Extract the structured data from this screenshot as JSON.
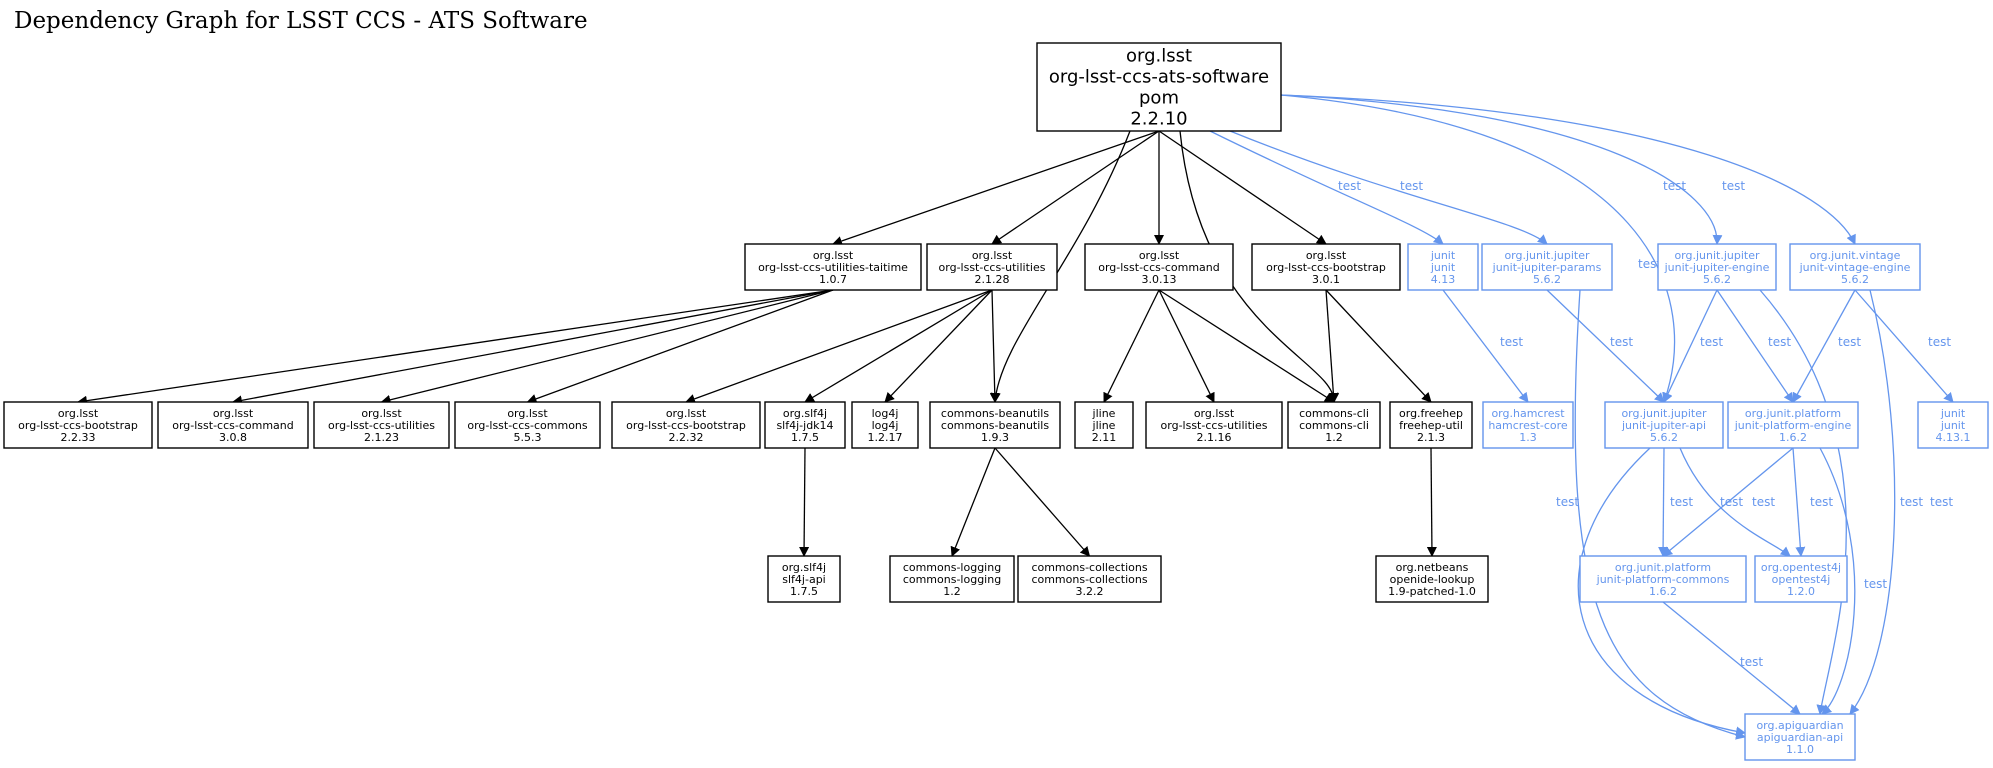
{
  "title": "Dependency Graph for LSST CCS - ATS Software",
  "colors": {
    "compile": "#000000",
    "test": "#6495ed",
    "root_fill": "#dddddd",
    "node_fill": "#ffffff"
  },
  "root": {
    "id": "root",
    "lines": [
      "org.lsst",
      "org-lsst-ccs-ats-software",
      "pom",
      "2.2.10"
    ]
  },
  "nodes": [
    {
      "id": "taitime",
      "scope": "compile",
      "lines": [
        "org.lsst",
        "org-lsst-ccs-utilities-taitime",
        "1.0.7"
      ]
    },
    {
      "id": "util2128",
      "scope": "compile",
      "lines": [
        "org.lsst",
        "org-lsst-ccs-utilities",
        "2.1.28"
      ]
    },
    {
      "id": "cmd3013",
      "scope": "compile",
      "lines": [
        "org.lsst",
        "org-lsst-ccs-command",
        "3.0.13"
      ]
    },
    {
      "id": "boot301",
      "scope": "compile",
      "lines": [
        "org.lsst",
        "org-lsst-ccs-bootstrap",
        "3.0.1"
      ]
    },
    {
      "id": "junit413",
      "scope": "test",
      "lines": [
        "junit",
        "junit",
        "4.13"
      ]
    },
    {
      "id": "jparams",
      "scope": "test",
      "lines": [
        "org.junit.jupiter",
        "junit-jupiter-params",
        "5.6.2"
      ]
    },
    {
      "id": "jengine",
      "scope": "test",
      "lines": [
        "org.junit.jupiter",
        "junit-jupiter-engine",
        "5.6.2"
      ]
    },
    {
      "id": "vintage",
      "scope": "test",
      "lines": [
        "org.junit.vintage",
        "junit-vintage-engine",
        "5.6.2"
      ]
    },
    {
      "id": "boot2233",
      "scope": "compile",
      "lines": [
        "org.lsst",
        "org-lsst-ccs-bootstrap",
        "2.2.33"
      ]
    },
    {
      "id": "cmd308",
      "scope": "compile",
      "lines": [
        "org.lsst",
        "org-lsst-ccs-command",
        "3.0.8"
      ]
    },
    {
      "id": "util2123",
      "scope": "compile",
      "lines": [
        "org.lsst",
        "org-lsst-ccs-utilities",
        "2.1.23"
      ]
    },
    {
      "id": "commons553",
      "scope": "compile",
      "lines": [
        "org.lsst",
        "org-lsst-ccs-commons",
        "5.5.3"
      ]
    },
    {
      "id": "boot2232",
      "scope": "compile",
      "lines": [
        "org.lsst",
        "org-lsst-ccs-bootstrap",
        "2.2.32"
      ]
    },
    {
      "id": "slf4jjdk",
      "scope": "compile",
      "lines": [
        "org.slf4j",
        "slf4j-jdk14",
        "1.7.5"
      ]
    },
    {
      "id": "log4j",
      "scope": "compile",
      "lines": [
        "log4j",
        "log4j",
        "1.2.17"
      ]
    },
    {
      "id": "beanutils",
      "scope": "compile",
      "lines": [
        "commons-beanutils",
        "commons-beanutils",
        "1.9.3"
      ]
    },
    {
      "id": "jline",
      "scope": "compile",
      "lines": [
        "jline",
        "jline",
        "2.11"
      ]
    },
    {
      "id": "util2116",
      "scope": "compile",
      "lines": [
        "org.lsst",
        "org-lsst-ccs-utilities",
        "2.1.16"
      ]
    },
    {
      "id": "cli",
      "scope": "compile",
      "lines": [
        "commons-cli",
        "commons-cli",
        "1.2"
      ]
    },
    {
      "id": "freehep",
      "scope": "compile",
      "lines": [
        "org.freehep",
        "freehep-util",
        "2.1.3"
      ]
    },
    {
      "id": "hamcrest",
      "scope": "test",
      "lines": [
        "org.hamcrest",
        "hamcrest-core",
        "1.3"
      ]
    },
    {
      "id": "japi",
      "scope": "test",
      "lines": [
        "org.junit.jupiter",
        "junit-jupiter-api",
        "5.6.2"
      ]
    },
    {
      "id": "pengine",
      "scope": "test",
      "lines": [
        "org.junit.platform",
        "junit-platform-engine",
        "1.6.2"
      ]
    },
    {
      "id": "junit4131",
      "scope": "test",
      "lines": [
        "junit",
        "junit",
        "4.13.1"
      ]
    },
    {
      "id": "slf4japi",
      "scope": "compile",
      "lines": [
        "org.slf4j",
        "slf4j-api",
        "1.7.5"
      ]
    },
    {
      "id": "logging",
      "scope": "compile",
      "lines": [
        "commons-logging",
        "commons-logging",
        "1.2"
      ]
    },
    {
      "id": "collections",
      "scope": "compile",
      "lines": [
        "commons-collections",
        "commons-collections",
        "3.2.2"
      ]
    },
    {
      "id": "openide",
      "scope": "compile",
      "lines": [
        "org.netbeans",
        "openide-lookup",
        "1.9-patched-1.0"
      ]
    },
    {
      "id": "pcommons",
      "scope": "test",
      "lines": [
        "org.junit.platform",
        "junit-platform-commons",
        "1.6.2"
      ]
    },
    {
      "id": "opentest",
      "scope": "test",
      "lines": [
        "org.opentest4j",
        "opentest4j",
        "1.2.0"
      ]
    },
    {
      "id": "apiguardian",
      "scope": "test",
      "lines": [
        "org.apiguardian",
        "apiguardian-api",
        "1.1.0"
      ]
    }
  ],
  "edges": [
    {
      "from": "root",
      "to": "taitime",
      "scope": "compile",
      "label": ""
    },
    {
      "from": "root",
      "to": "util2128",
      "scope": "compile",
      "label": ""
    },
    {
      "from": "root",
      "to": "beanutils",
      "scope": "compile",
      "label": ""
    },
    {
      "from": "root",
      "to": "cmd3013",
      "scope": "compile",
      "label": ""
    },
    {
      "from": "root",
      "to": "cli",
      "scope": "compile",
      "label": ""
    },
    {
      "from": "root",
      "to": "boot301",
      "scope": "compile",
      "label": ""
    },
    {
      "from": "root",
      "to": "junit413",
      "scope": "test",
      "label": "test"
    },
    {
      "from": "root",
      "to": "jparams",
      "scope": "test",
      "label": "test"
    },
    {
      "from": "root",
      "to": "japi",
      "scope": "test",
      "label": "test"
    },
    {
      "from": "root",
      "to": "jengine",
      "scope": "test",
      "label": "test"
    },
    {
      "from": "root",
      "to": "vintage",
      "scope": "test",
      "label": "test"
    },
    {
      "from": "taitime",
      "to": "boot2233",
      "scope": "compile",
      "label": ""
    },
    {
      "from": "taitime",
      "to": "cmd308",
      "scope": "compile",
      "label": ""
    },
    {
      "from": "taitime",
      "to": "util2123",
      "scope": "compile",
      "label": ""
    },
    {
      "from": "taitime",
      "to": "commons553",
      "scope": "compile",
      "label": ""
    },
    {
      "from": "util2128",
      "to": "boot2232",
      "scope": "compile",
      "label": ""
    },
    {
      "from": "util2128",
      "to": "slf4jjdk",
      "scope": "compile",
      "label": ""
    },
    {
      "from": "util2128",
      "to": "log4j",
      "scope": "compile",
      "label": ""
    },
    {
      "from": "util2128",
      "to": "beanutils",
      "scope": "compile",
      "label": ""
    },
    {
      "from": "cmd3013",
      "to": "jline",
      "scope": "compile",
      "label": ""
    },
    {
      "from": "cmd3013",
      "to": "util2116",
      "scope": "compile",
      "label": ""
    },
    {
      "from": "cmd3013",
      "to": "cli",
      "scope": "compile",
      "label": ""
    },
    {
      "from": "boot301",
      "to": "cli",
      "scope": "compile",
      "label": ""
    },
    {
      "from": "boot301",
      "to": "freehep",
      "scope": "compile",
      "label": ""
    },
    {
      "from": "slf4jjdk",
      "to": "slf4japi",
      "scope": "compile",
      "label": ""
    },
    {
      "from": "beanutils",
      "to": "logging",
      "scope": "compile",
      "label": ""
    },
    {
      "from": "beanutils",
      "to": "collections",
      "scope": "compile",
      "label": ""
    },
    {
      "from": "freehep",
      "to": "openide",
      "scope": "compile",
      "label": ""
    },
    {
      "from": "junit413",
      "to": "hamcrest",
      "scope": "test",
      "label": "test"
    },
    {
      "from": "jparams",
      "to": "japi",
      "scope": "test",
      "label": "test"
    },
    {
      "from": "jparams",
      "to": "apiguardian",
      "scope": "test",
      "label": "test"
    },
    {
      "from": "jengine",
      "to": "japi",
      "scope": "test",
      "label": "test"
    },
    {
      "from": "jengine",
      "to": "pengine",
      "scope": "test",
      "label": "test"
    },
    {
      "from": "jengine",
      "to": "apiguardian",
      "scope": "test",
      "label": "test"
    },
    {
      "from": "vintage",
      "to": "pengine",
      "scope": "test",
      "label": "test"
    },
    {
      "from": "vintage",
      "to": "junit4131",
      "scope": "test",
      "label": "test"
    },
    {
      "from": "vintage",
      "to": "apiguardian",
      "scope": "test",
      "label": "test"
    },
    {
      "from": "japi",
      "to": "pcommons",
      "scope": "test",
      "label": "test"
    },
    {
      "from": "japi",
      "to": "opentest",
      "scope": "test",
      "label": "test"
    },
    {
      "from": "japi",
      "to": "apiguardian",
      "scope": "test",
      "label": "test"
    },
    {
      "from": "pengine",
      "to": "pcommons",
      "scope": "test",
      "label": "test"
    },
    {
      "from": "pengine",
      "to": "opentest",
      "scope": "test",
      "label": "test"
    },
    {
      "from": "pengine",
      "to": "apiguardian",
      "scope": "test",
      "label": "test"
    },
    {
      "from": "pcommons",
      "to": "apiguardian",
      "scope": "test",
      "label": "test"
    }
  ]
}
